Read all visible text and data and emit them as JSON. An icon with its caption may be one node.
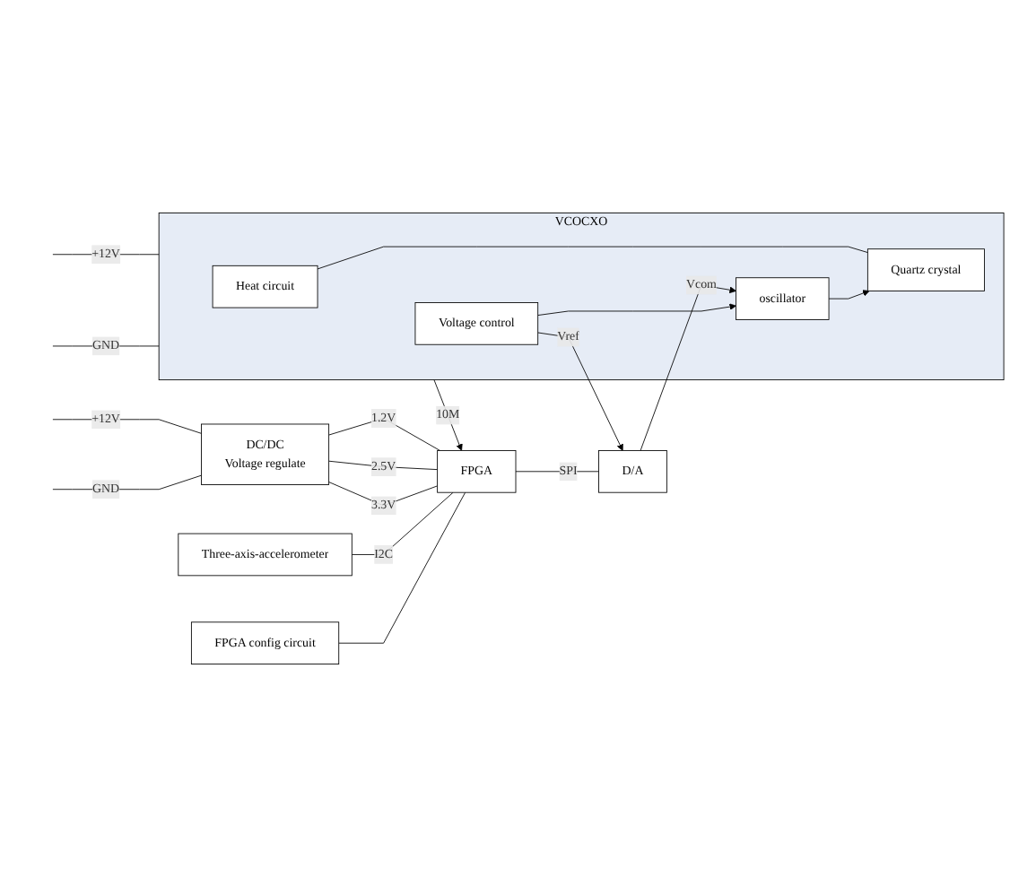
{
  "diagram": {
    "nodes": [
      {
        "text": [
          "Three-axis-accelerometer"
        ]
      },
      {
        "text": [
          "FPGA config circuit"
        ]
      },
      {
        "text": [
          "DC/DC",
          "Voltage regulate"
        ]
      },
      {
        "text": [
          "FPGA"
        ]
      },
      {
        "text": [
          "D/A"
        ]
      },
      {
        "text": [
          "VCOCXO"
        ]
      },
      {
        "text": [
          "Heat circuit"
        ],
        "in": 5
      },
      {
        "text": [
          "Voltage control"
        ],
        "in": 5
      },
      {
        "text": [
          "Quartz crystal"
        ],
        "in": 5
      },
      {
        "text": [
          "oscillator"
        ],
        "in": 5
      }
    ],
    "edges": [
      {
        "from": null,
        "to": 2,
        "arrow": "none",
        "label": "+12V"
      },
      {
        "from": null,
        "to": 2,
        "arrow": "none",
        "label": "GND"
      },
      {
        "from": null,
        "to": 5,
        "arrow": "none",
        "label": "+12V"
      },
      {
        "from": null,
        "to": 5,
        "arrow": "none",
        "label": "GND"
      },
      {
        "from": 2,
        "to": 3,
        "arrow": "none",
        "label": "1.2V"
      },
      {
        "from": 2,
        "to": 3,
        "arrow": "none",
        "label": "2.5V"
      },
      {
        "from": 2,
        "to": 3,
        "arrow": "none",
        "label": "3.3V"
      },
      {
        "from": 0,
        "to": 3,
        "arrow": "none",
        "label": "I2C"
      },
      {
        "from": 1,
        "to": 3,
        "arrow": "none"
      },
      {
        "from": 3,
        "to": 4,
        "arrow": "none",
        "label": "SPI"
      },
      {
        "from": 5,
        "to": 3,
        "arrow": "to",
        "label": "10M"
      },
      {
        "from": 7,
        "to": 4,
        "arrow": "to",
        "label": "Vref"
      },
      {
        "from": 4,
        "to": 9,
        "arrow": "to",
        "label": "Vcom"
      },
      {
        "from": 6,
        "to": 8,
        "arrow": "none"
      },
      {
        "from": 7,
        "to": 9,
        "arrow": "to"
      },
      {
        "from": 9,
        "to": 8,
        "arrow": "to"
      }
    ]
  }
}
